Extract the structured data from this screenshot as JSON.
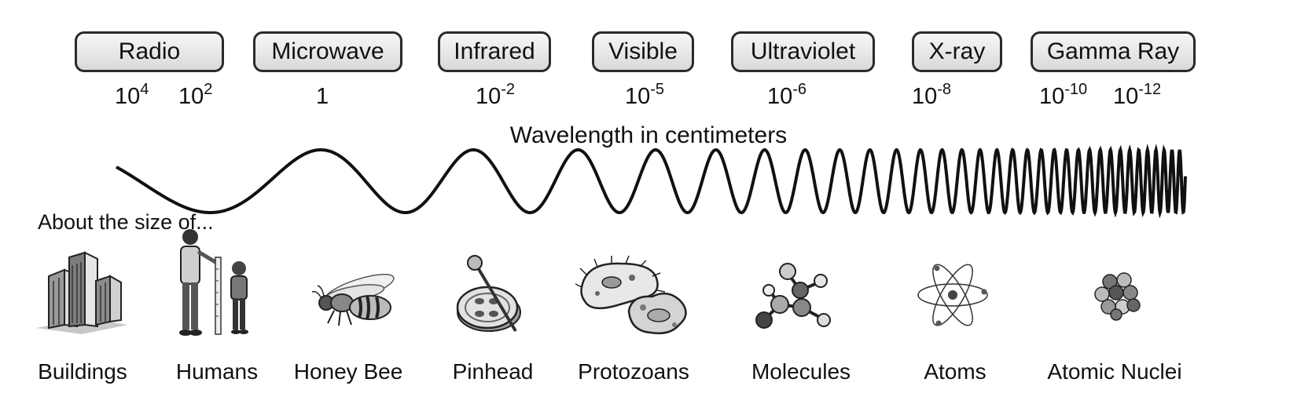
{
  "bands": [
    {
      "label": "Radio"
    },
    {
      "label": "Microwave"
    },
    {
      "label": "Infrared"
    },
    {
      "label": "Visible"
    },
    {
      "label": "Ultraviolet"
    },
    {
      "label": "X-ray"
    },
    {
      "label": "Gamma Ray"
    }
  ],
  "wavelengths": [
    {
      "base": "10",
      "exp": "4"
    },
    {
      "base": "10",
      "exp": "2"
    },
    {
      "base": "1",
      "exp": ""
    },
    {
      "base": "10",
      "exp": "-2"
    },
    {
      "base": "10",
      "exp": "-5"
    },
    {
      "base": "10",
      "exp": "-6"
    },
    {
      "base": "10",
      "exp": "-8"
    },
    {
      "base": "10",
      "exp": "-10"
    },
    {
      "base": "10",
      "exp": "-12"
    }
  ],
  "axis_title": "Wavelength in centimeters",
  "size_prompt": "About the size of...",
  "objects": [
    {
      "label": "Buildings",
      "icon": "buildings-icon"
    },
    {
      "label": "Humans",
      "icon": "humans-icon"
    },
    {
      "label": "Honey Bee",
      "icon": "honey-bee-icon"
    },
    {
      "label": "Pinhead",
      "icon": "pinhead-icon"
    },
    {
      "label": "Protozoans",
      "icon": "protozoans-icon"
    },
    {
      "label": "Molecules",
      "icon": "molecules-icon"
    },
    {
      "label": "Atoms",
      "icon": "atoms-icon"
    },
    {
      "label": "Atomic Nuclei",
      "icon": "atomic-nuclei-icon"
    }
  ]
}
